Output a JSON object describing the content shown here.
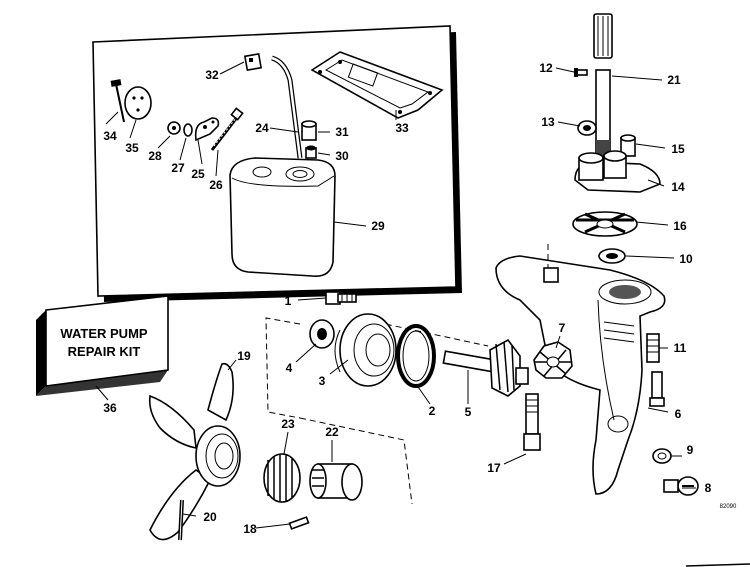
{
  "diagram": {
    "kit_box": {
      "line1": "WATER PUMP",
      "line2": "REPAIR KIT"
    },
    "drawing_code": "82090",
    "callouts": {
      "c1": "1",
      "c2": "2",
      "c3": "3",
      "c4": "4",
      "c5": "5",
      "c6": "6",
      "c7": "7",
      "c8": "8",
      "c9": "9",
      "c10": "10",
      "c11": "11",
      "c12": "12",
      "c13": "13",
      "c14": "14",
      "c15": "15",
      "c16": "16",
      "c17": "17",
      "c18": "18",
      "c19": "19",
      "c20": "20",
      "c21": "21",
      "c22": "22",
      "c23": "23",
      "c24": "24",
      "c25": "25",
      "c26": "26",
      "c27": "27",
      "c28": "28",
      "c29": "29",
      "c30": "30",
      "c31": "31",
      "c32": "32",
      "c33": "33",
      "c34": "34",
      "c35": "35",
      "c36": "36"
    }
  }
}
